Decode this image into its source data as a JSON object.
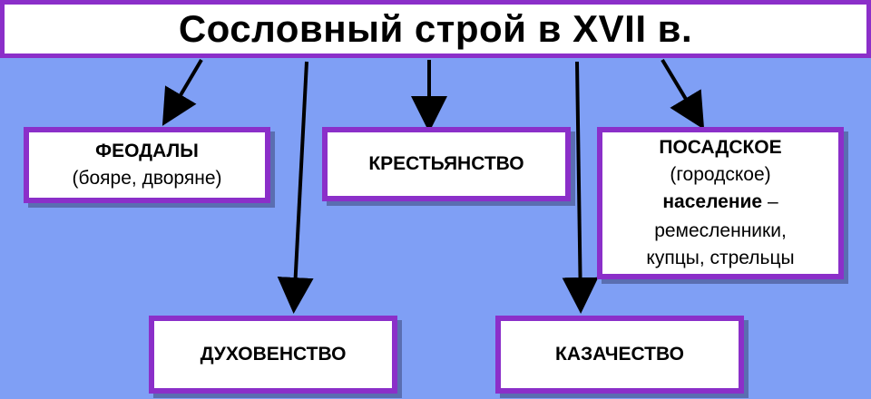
{
  "title": "Сословный строй в XVII в.",
  "boxes": {
    "feudals": {
      "name": "ФЕОДАЛЫ",
      "note": "(бояре, дворяне)"
    },
    "peasantry": {
      "name": "КРЕСТЬЯНСТВО"
    },
    "posad": {
      "name": "ПОСАДСКОЕ",
      "note1": "(городское)",
      "name2": "население",
      "dash": " –",
      "note2": "ремесленники,",
      "note3": "купцы, стрельцы"
    },
    "clergy": {
      "name": "ДУХОВЕНСТВО"
    },
    "cossacks": {
      "name": "КАЗАЧЕСТВО"
    }
  },
  "colors": {
    "background": "#7f9ff5",
    "border": "#8b2fc9",
    "arrow": "#000000"
  }
}
